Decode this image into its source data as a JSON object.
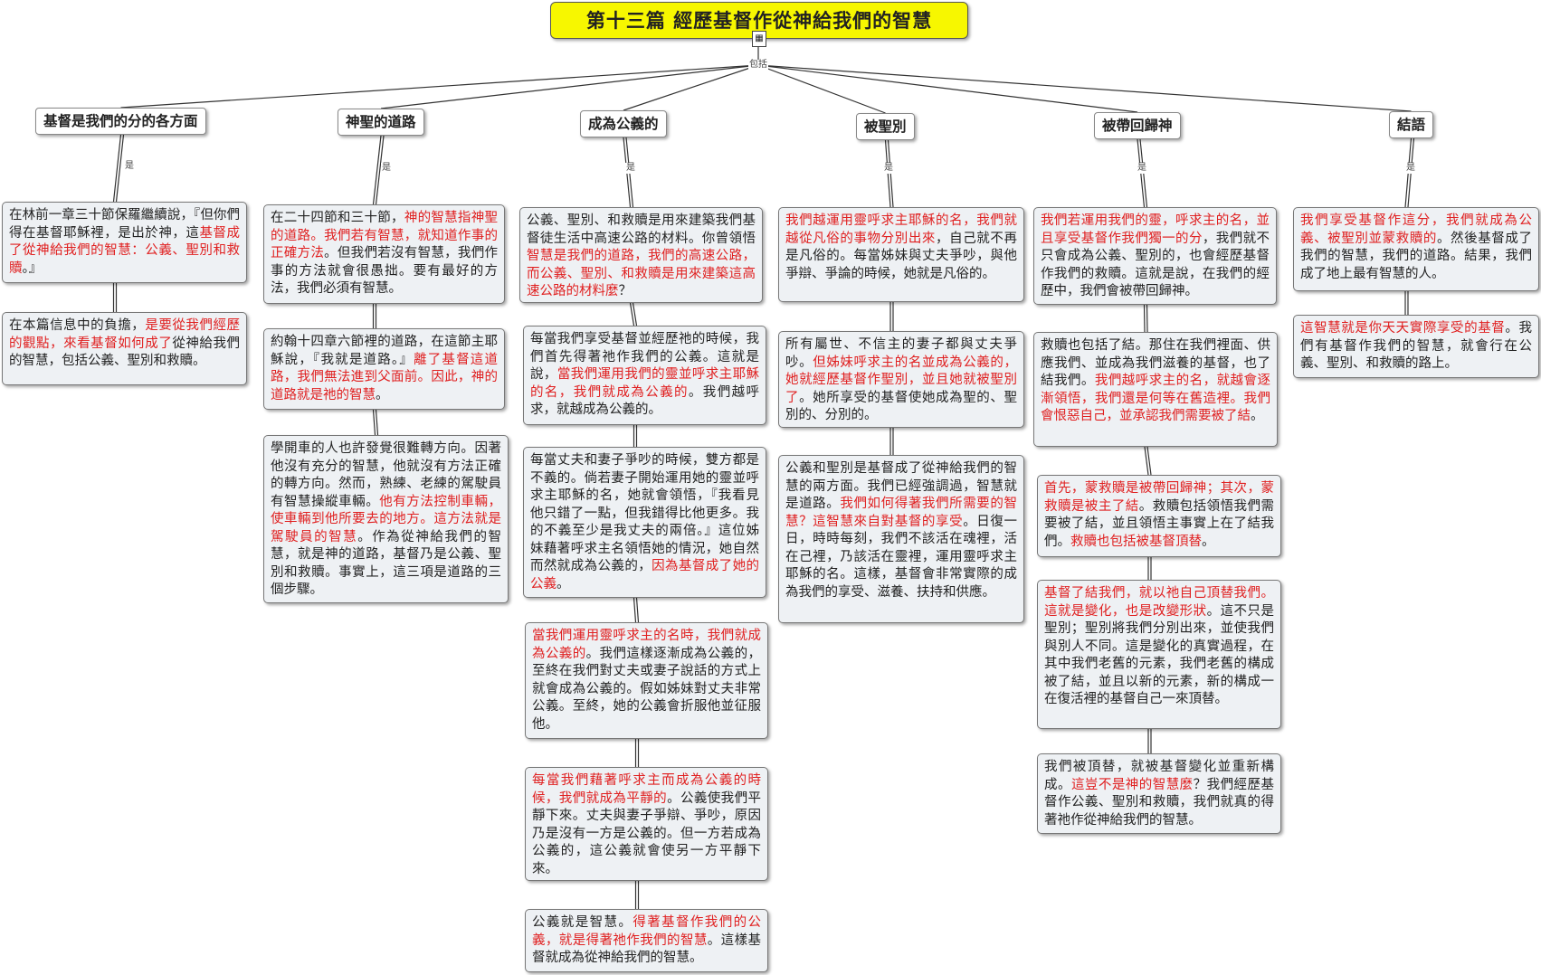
{
  "title": "第十三篇  經歷基督作從神給我們的智慧",
  "hub_label": "包括",
  "link_label": "是",
  "hub_icon": "document-icon",
  "colors": {
    "title_bg": "#f7f700",
    "note_bg": "#eef1f4",
    "red_text": "#e02020",
    "line": "#333333"
  },
  "branches": [
    {
      "label": "基督是我們的分的各方面",
      "notes": [
        [
          {
            "t": "在林前一章三十節保羅繼續說，『但你們得在基督耶穌裡，是出於神，這"
          },
          {
            "t": "基督成了從神給我們的智慧：公義、聖別和救贖",
            "r": true
          },
          {
            "t": "。』"
          }
        ],
        [
          {
            "t": "在本篇信息中的負擔，"
          },
          {
            "t": "是要從我們經歷的觀點，來看基督如何成了",
            "r": true
          },
          {
            "t": "從神給我們的智慧，包括公義、聖別和救贖。"
          }
        ]
      ]
    },
    {
      "label": "神聖的道路",
      "notes": [
        [
          {
            "t": "在二十四節和三十節，"
          },
          {
            "t": "神的智慧指神聖的道路。我們若有智慧，就知道作事的正確方法",
            "r": true
          },
          {
            "t": "。但我們若沒有智慧，我們作事的方法就會很愚拙。要有最好的方法，我們必須有智慧。"
          }
        ],
        [
          {
            "t": "約翰十四章六節裡的道路，在這節主耶穌說，『我就是道路。』"
          },
          {
            "t": "離了基督這道路，我們無法進到父面前。因此，神的道路就是祂的智慧",
            "r": true
          },
          {
            "t": "。"
          }
        ],
        [
          {
            "t": "學開車的人也許發覺很難轉方向。因著他沒有充分的智慧，他就沒有方法正確的轉方向。然而，熟練、老練的駕駛員有智慧操縱車輛。"
          },
          {
            "t": "他有方法控制車輛，使車輛到他所要去的地方。這方法就是駕駛員的智慧",
            "r": true
          },
          {
            "t": "。作為從神給我們的智慧，就是神的道路，基督乃是公義、聖別和救贖。事實上，這三項是道路的三個步驟。"
          }
        ]
      ]
    },
    {
      "label": "成為公義的",
      "notes": [
        [
          {
            "t": "公義、聖別、和救贖是用來建築我們基督徒生活中高速公路的材料。你曾領悟"
          },
          {
            "t": "智慧是我們的道路，我們的高速公路，而公義、聖別、和救贖是用來建築這高速公路的材料麼",
            "r": true
          },
          {
            "t": "？"
          }
        ],
        [
          {
            "t": "每當我們享受基督並經歷祂的時候，我們首先得著祂作我們的公義。這就是說，"
          },
          {
            "t": "當我們運用我們的靈並呼求主耶穌的名，我們就成為公義的",
            "r": true
          },
          {
            "t": "。我們越呼求，就越成為公義的。"
          }
        ],
        [
          {
            "t": "每當丈夫和妻子爭吵的時候，雙方都是不義的。倘若妻子開始運用她的靈並呼求主耶穌的名，她就會領悟，『我看見他只錯了一點，但我錯得比他更多。我的不義至少是我丈夫的兩倍。』這位姊妹藉著呼求主名領悟她的情況，她自然而然就成為公義的，"
          },
          {
            "t": "因為基督成了她的公義",
            "r": true
          },
          {
            "t": "。"
          }
        ],
        [
          {
            "t": "當我們運用靈呼求主的名時，我們就成為公義的",
            "r": true
          },
          {
            "t": "。我們這樣逐漸成為公義的，至終在我們對丈夫或妻子說話的方式上就會成為公義的。假如姊妹對丈夫非常公義。至終，她的公義會折服他並征服他。"
          }
        ],
        [
          {
            "t": "每當我們藉著呼求主而成為公義的時候，我們就成為平靜的",
            "r": true
          },
          {
            "t": "。公義使我們平靜下來。丈夫與妻子爭辯、爭吵，原因乃是沒有一方是公義的。但一方若成為公義的，這公義就會使另一方平靜下來。"
          }
        ],
        [
          {
            "t": "公義就是智慧。"
          },
          {
            "t": "得著基督作我們的公義，就是得著祂作我們的智慧",
            "r": true
          },
          {
            "t": "。這樣基督就成為從神給我們的智慧。"
          }
        ]
      ]
    },
    {
      "label": "被聖別",
      "notes": [
        [
          {
            "t": "我們越運用靈呼求主耶穌的名，我們就越從凡俗的事物分別出來",
            "r": true
          },
          {
            "t": "，自己就不再是凡俗的。每當姊妹與丈夫爭吵，與他爭辯、爭論的時候，她就是凡俗的。"
          }
        ],
        [
          {
            "t": "所有屬世、不信主的妻子都與丈夫爭吵。"
          },
          {
            "t": "但姊妹呼求主的名並成為公義的，她就經歷基督作聖別，並且她就被聖別了",
            "r": true
          },
          {
            "t": "。她所享受的基督使她成為聖的、聖別的、分別的。"
          }
        ],
        [
          {
            "t": "公義和聖別是基督成了從神給我們的智慧的兩方面。我們已經強調過，智慧就是道路。"
          },
          {
            "t": "我們如何得著我們所需要的智慧？這智慧來自對基督的享受",
            "r": true
          },
          {
            "t": "。日復一日，時時每刻，我們不該活在魂裡，活在己裡，乃該活在靈裡，運用靈呼求主耶穌的名。這樣，基督會非常實際的成為我們的享受、滋養、扶持和供應。"
          }
        ]
      ]
    },
    {
      "label": "被帶回歸神",
      "notes": [
        [
          {
            "t": "我們若運用我們的靈，呼求主的名，並且享受基督作我們獨一的分",
            "r": true
          },
          {
            "t": "，我們就不只會成為公義、聖別的，也會經歷基督作我們的救贖。這就是說，在我們的經歷中，我們會被帶回歸神。"
          }
        ],
        [
          {
            "t": "救贖也包括了結。那住在我們裡面、供應我們、並成為我們滋養的基督，也了結我們。"
          },
          {
            "t": "我們越呼求主的名，就越會逐漸領悟，我們還是何等在舊造裡。我們會恨惡自己，並承認我們需要被了結",
            "r": true
          },
          {
            "t": "。"
          }
        ],
        [
          {
            "t": "首先，蒙救贖是被帶回歸神；其次，蒙救贖是被主了結",
            "r": true
          },
          {
            "t": "。救贖包括領悟我們需要被了結，並且領悟主事實上在了結我們。"
          },
          {
            "t": "救贖也包括被基督頂替",
            "r": true
          },
          {
            "t": "。"
          }
        ],
        [
          {
            "t": "基督了結我們，就以祂自己頂替我們。這就是變化，也是改變形狀",
            "r": true
          },
          {
            "t": "。這不只是聖別；聖別將我們分別出來，並使我們與別人不同。這是變化的真實過程，在其中我們老舊的元素，我們老舊的構成被了結，並且以新的元素，新的構成一在復活裡的基督自己一來頂替。"
          }
        ],
        [
          {
            "t": "我們被頂替，就被基督變化並重新構成。"
          },
          {
            "t": "這豈不是神的智慧麼",
            "r": true
          },
          {
            "t": "？我們經歷基督作公義、聖別和救贖，我們就真的得著祂作從神給我們的智慧。"
          }
        ]
      ]
    },
    {
      "label": "結語",
      "notes": [
        [
          {
            "t": "我們享受基督作這分，我們就成為公義、被聖別並蒙救贖的",
            "r": true
          },
          {
            "t": "。然後基督成了我們的智慧，我們的道路。結果，我們成了地上最有智慧的人。"
          }
        ],
        [
          {
            "t": "這智慧就是你天天實際享受的基督",
            "r": true
          },
          {
            "t": "。我們有基督作我們的智慧，就會行在公義、聖別、和救贖的路上。"
          }
        ]
      ]
    }
  ]
}
